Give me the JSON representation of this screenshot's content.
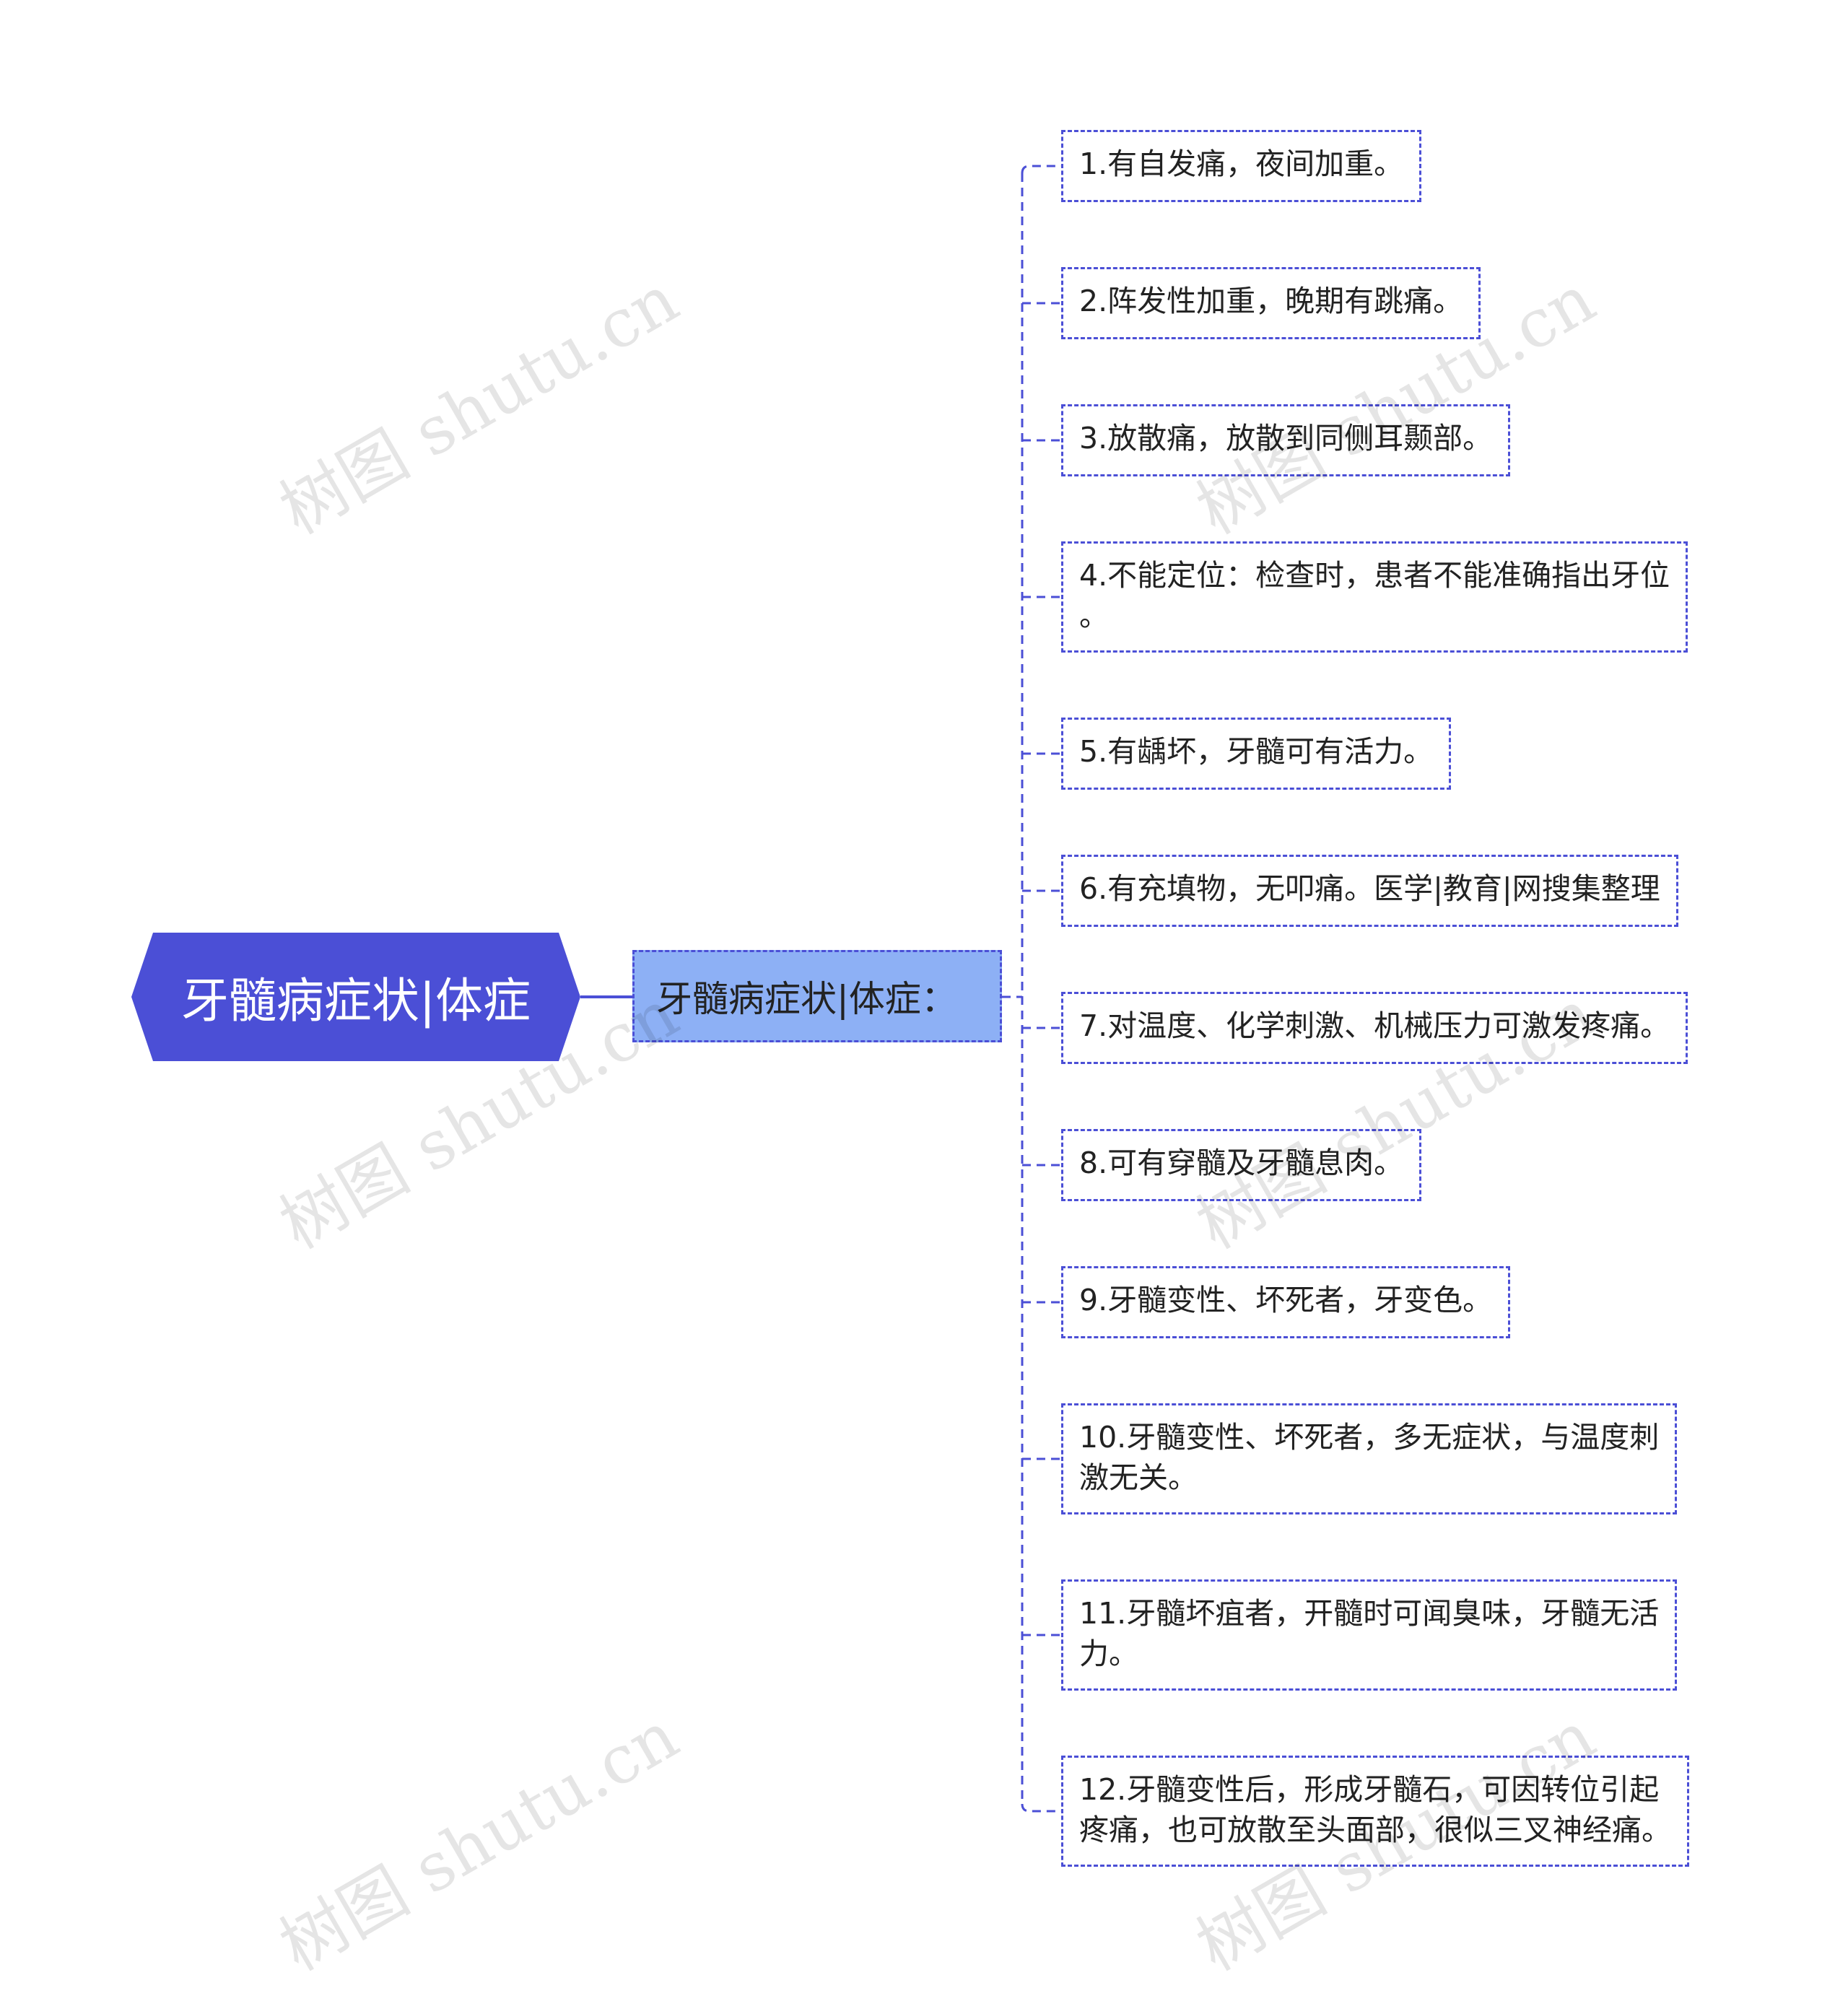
{
  "root": {
    "label": "牙髓病症状|体症"
  },
  "branch": {
    "label": "牙髓病症状|体症："
  },
  "items": [
    {
      "label": "1.有自发痛，夜间加重。"
    },
    {
      "label": "2.阵发性加重，晚期有跳痛。"
    },
    {
      "label": "3.放散痛，放散到同侧耳颞部。"
    },
    {
      "label": "4.不能定位：检查时，患者不能准确指出牙位\n。"
    },
    {
      "label": "5.有龋坏，牙髓可有活力。"
    },
    {
      "label": "6.有充填物，无叩痛。医学|教育|网搜集整理"
    },
    {
      "label": "7.对温度、化学刺激、机械压力可激发疼痛。"
    },
    {
      "label": "8.可有穿髓及牙髓息肉。"
    },
    {
      "label": "9.牙髓变性、坏死者，牙变色。"
    },
    {
      "label": "10.牙髓变性、坏死者，多无症状，与温度刺\n激无关。"
    },
    {
      "label": "11.牙髓坏疽者，开髓时可闻臭味，牙髓无活\n力。"
    },
    {
      "label": "12.牙髓变性后，形成牙髓石，可因转位引起\n疼痛，也可放散至头面部，很似三叉神经痛。"
    }
  ],
  "watermark": {
    "text": "树图 shutu.cn"
  },
  "colors": {
    "root": "#4b4fd6",
    "branch": "#8db0f5",
    "line": "#4b4fd6"
  }
}
